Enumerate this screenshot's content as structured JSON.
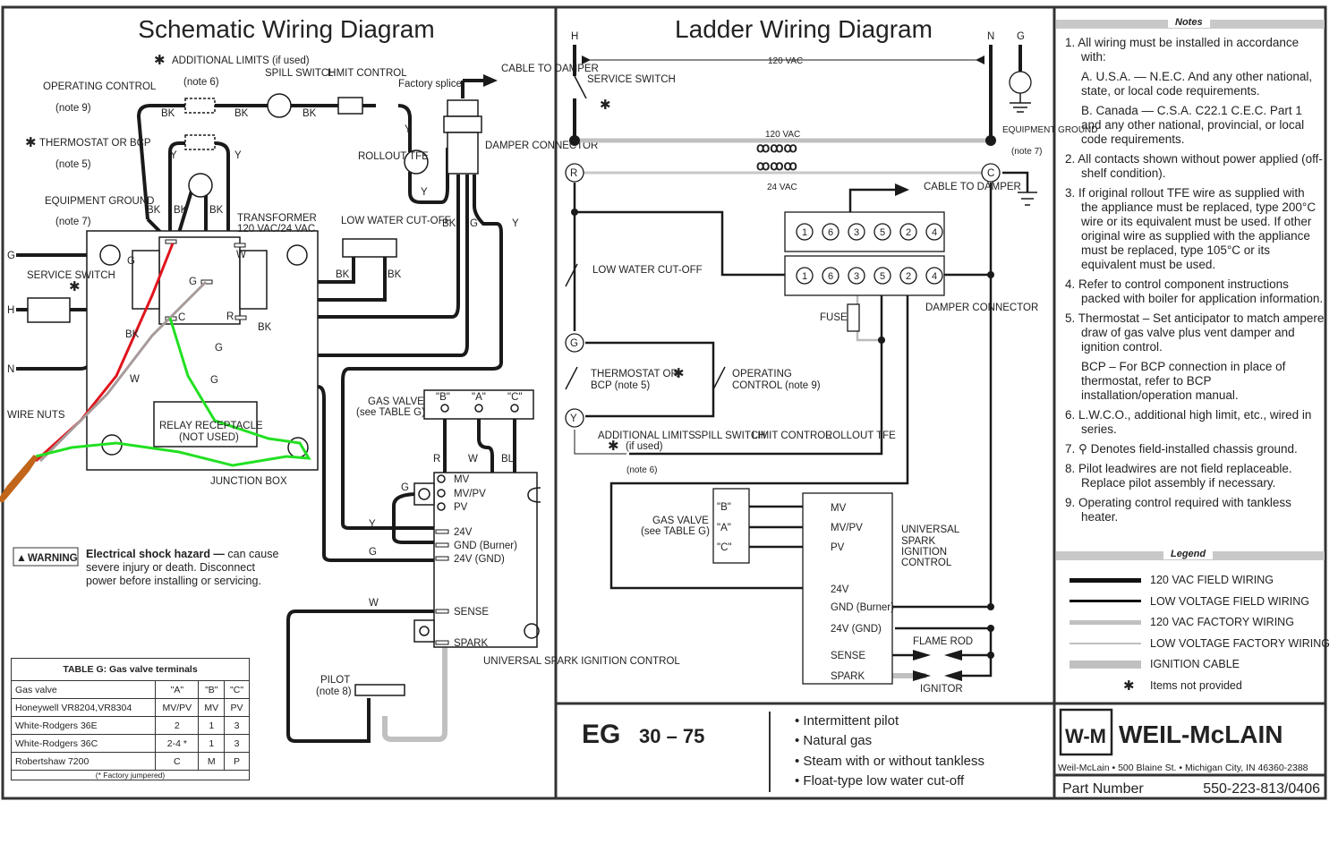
{
  "schematic": {
    "title": "Schematic Wiring Diagram",
    "labels": {
      "additional_limits": "ADDITIONAL LIMITS (if used)",
      "additional_limits_note": "(note 6)",
      "spill_switch": "SPILL SWITCH",
      "limit_control": "LIMIT CONTROL",
      "factory_splice": "Factory splice",
      "cable_to_damper": "CABLE TO DAMPER",
      "operating_control": "OPERATING CONTROL",
      "operating_control_note": "(note 9)",
      "thermostat": "THERMOSTAT OR BCP",
      "thermostat_note": "(note 5)",
      "rollout_tfe": "ROLLOUT TFE",
      "damper_connector": "DAMPER CONNECTOR",
      "equipment_ground": "EQUIPMENT GROUND",
      "equipment_ground_note": "(note 7)",
      "transformer": "TRANSFORMER",
      "transformer_rating": "120 VAC/24 VAC",
      "low_water_cutoff": "LOW WATER CUT-OFF",
      "service_switch": "SERVICE SWITCH",
      "wire_nuts": "WIRE NUTS",
      "relay_receptacle": "RELAY RECEPTACLE",
      "relay_not_used": "(NOT USED)",
      "junction_box": "JUNCTION BOX",
      "gas_valve": "GAS VALVE",
      "gas_valve_see": "(see TABLE G)",
      "pilot": "PILOT",
      "pilot_note": "(note 8)",
      "universal_spark": "UNIVERSAL SPARK IGNITION CONTROL",
      "line_h": "H",
      "line_n": "N",
      "line_g": "G"
    },
    "gas_valve_terminals": [
      "\"B\"",
      "\"A\"",
      "\"C\""
    ],
    "ignition_terminals": [
      "MV",
      "MV/PV",
      "PV",
      "24V",
      "GND (Burner)",
      "24V (GND)",
      "SENSE",
      "SPARK"
    ],
    "wire_colors": {
      "bk": "BK",
      "y": "Y",
      "g": "G",
      "r": "R",
      "w": "W",
      "bl": "BL"
    },
    "transformer_terminals": {
      "g": "G",
      "c": "C",
      "r": "R",
      "w": "W"
    },
    "warning": {
      "badge": "WARNING",
      "bold": "Electrical shock hazard —",
      "text1": "can cause",
      "text2": "severe injury or death. Disconnect",
      "text3": "power before installing or servicing."
    }
  },
  "table_g": {
    "title": "TABLE G: Gas valve terminals",
    "headers": [
      "Gas valve",
      "\"A\"",
      "\"B\"",
      "\"C\""
    ],
    "rows": [
      [
        "Honeywell VR8204,VR8304",
        "MV/PV",
        "MV",
        "PV"
      ],
      [
        "White-Rodgers 36E",
        "2",
        "1",
        "3"
      ],
      [
        "White-Rodgers 36C",
        "2-4 *",
        "1",
        "3"
      ],
      [
        "Robertshaw 7200",
        "C",
        "M",
        "P"
      ]
    ],
    "footnote": "(* Factory jumpered)"
  },
  "ladder": {
    "title": "Ladder Wiring Diagram",
    "h": "H",
    "n": "N",
    "g": "G",
    "vac_120": "120 VAC",
    "vac_24": "24 VAC",
    "service_switch": "SERVICE SWITCH",
    "equipment_ground": "EQUIPMENT GROUND",
    "equipment_ground_note": "(note 7)",
    "r": "R",
    "c": "C",
    "gnode": "G",
    "ynode": "Y",
    "cable_to_damper": "CABLE TO DAMPER",
    "damper_pins": [
      "1",
      "6",
      "3",
      "5",
      "2",
      "4"
    ],
    "damper_connector": "DAMPER CONNECTOR",
    "fuse": "FUSE",
    "low_water_cutoff": "LOW WATER CUT-OFF",
    "thermostat": "THERMOSTAT OR",
    "thermostat2": "BCP (note 5)",
    "operating_control": "OPERATING",
    "operating_control2": "CONTROL (note 9)",
    "additional_limits": "ADDITIONAL LIMITS",
    "if_used": "(if used)",
    "note6": "(note 6)",
    "spill_switch": "SPILL SWITCH",
    "limit_control": "LIMIT CONTROL",
    "rollout_tfe": "ROLLOUT TFE",
    "gas_valve": "GAS VALVE",
    "gas_valve_see": "(see TABLE G)",
    "valve_terms": [
      "\"B\"",
      "\"A\"",
      "\"C\""
    ],
    "control_terms": [
      "MV",
      "MV/PV",
      "PV",
      "24V",
      "GND (Burner)",
      "24V (GND)",
      "SENSE",
      "SPARK"
    ],
    "universal_spark": [
      "UNIVERSAL",
      "SPARK",
      "IGNITION",
      "CONTROL"
    ],
    "flame_rod": "FLAME ROD",
    "ignitor": "IGNITOR"
  },
  "model": {
    "prefix": "EG",
    "range": "30 – 75",
    "features": [
      "Intermittent pilot",
      "Natural gas",
      "Steam with or without tankless",
      "Float-type low water cut-off"
    ]
  },
  "notes": {
    "heading": "Notes",
    "items": [
      {
        "n": "1.",
        "text": "All wiring must be installed in accordance with:"
      },
      {
        "sub": "A. U.S.A. — N.E.C. And any other national, state, or local code requirements."
      },
      {
        "sub": "B. Canada — C.S.A. C22.1 C.E.C. Part 1 and any other national, provincial, or local code requirements."
      },
      {
        "n": "2.",
        "text": "All contacts shown without power applied (off-shelf condition)."
      },
      {
        "n": "3.",
        "text": "If original rollout TFE wire as supplied with the appliance must be replaced, type 200°C wire or its equivalent must be used. If other original wire as supplied with the appliance must be replaced, type 105°C or its equivalent must be used."
      },
      {
        "n": "4.",
        "text": "Refer to control component instructions packed with boiler for application information."
      },
      {
        "n": "5.",
        "text": "Thermostat – Set anticipator to match ampere draw of gas valve plus vent damper and ignition control."
      },
      {
        "sub": "BCP – For BCP connection in place of thermostat, refer to BCP installation/operation manual."
      },
      {
        "n": "6.",
        "text": "L.W.C.O., additional high limit, etc., wired in series."
      },
      {
        "n": "7.",
        "text": "⚲ Denotes field-installed chassis ground."
      },
      {
        "n": "8.",
        "text": "Pilot leadwires are not field replaceable. Replace pilot assembly if necessary."
      },
      {
        "n": "9.",
        "text": "Operating control required with tankless heater."
      }
    ]
  },
  "legend": {
    "heading": "Legend",
    "items": [
      {
        "label": "120 VAC FIELD WIRING",
        "color": "#111111"
      },
      {
        "label": "LOW VOLTAGE FIELD WIRING",
        "color": "#111111"
      },
      {
        "label": "120 VAC FACTORY WIRING",
        "color": "#bbbbbb"
      },
      {
        "label": "LOW VOLTAGE FACTORY WIRING",
        "color": "#bbbbbb"
      },
      {
        "label": "IGNITION CABLE",
        "color": "#bbbbbb"
      },
      {
        "label": "Items not provided",
        "color": "#111111"
      }
    ]
  },
  "brand": {
    "logo_mark": "W-M",
    "name": "WEIL-McLAIN",
    "address": "Weil-McLain • 500 Blaine St. • Michigan City, IN 46360-2388",
    "part_label": "Part Number",
    "part_number": "550-223-813/0406"
  },
  "annotation_colors": {
    "red": "#e0141c",
    "gray": "#a89a9a",
    "green": "#22e022",
    "brown": "#c0651a"
  }
}
